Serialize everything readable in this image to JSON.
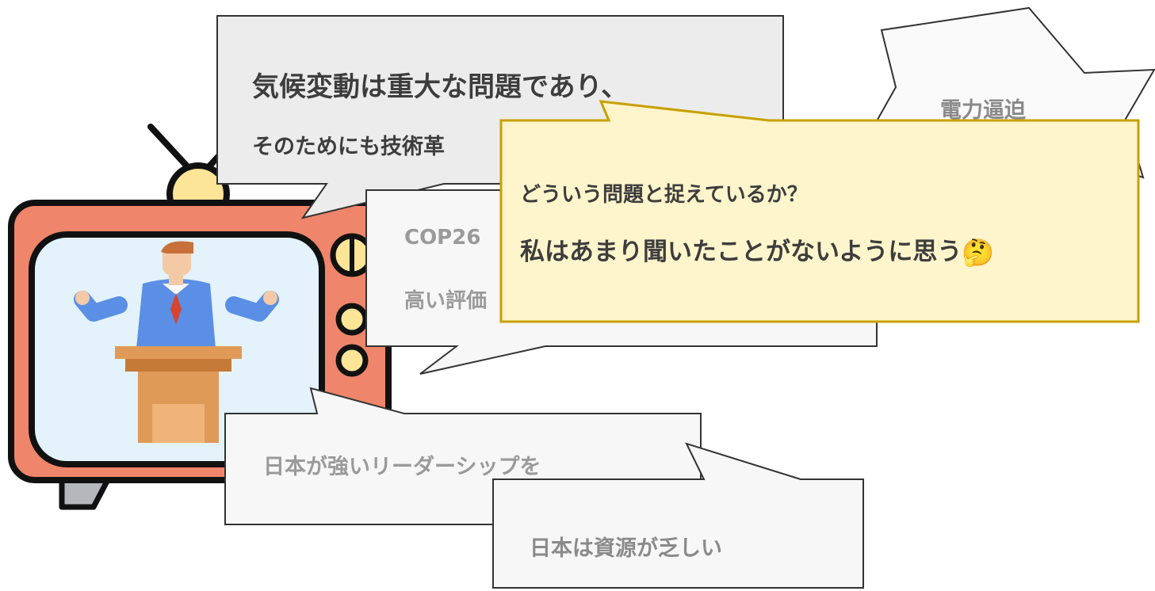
{
  "bubbles": {
    "main_statement": {
      "line1": "気候変動は重大な問題であり、",
      "line2": "そのためにも技術革"
    },
    "cop26": {
      "line1": "COP26",
      "line2": "高い評価"
    },
    "power_shortage": {
      "text": "電力逼迫"
    },
    "leadership": {
      "text": "日本が強いリーダーシップを"
    },
    "resources": {
      "text": "日本は資源が乏しい"
    },
    "thought": {
      "line1": "どういう問題と捉えているか？",
      "line2": "私はあまり聞いたことがないように思う",
      "emoji": "🤔"
    }
  },
  "colors": {
    "tv_body": "#ef856a",
    "tv_screen": "#e3f2fb",
    "antenna_knob": "#fce597",
    "suit": "#5b8fe6",
    "podium": "#c67a38",
    "thought_fill": "#fff5cc",
    "thought_border": "#c8a000"
  }
}
